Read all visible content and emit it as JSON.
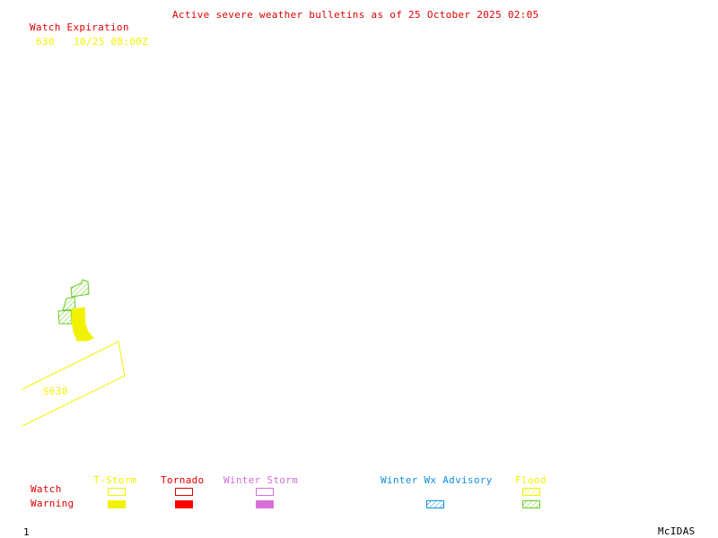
{
  "title": "Active severe weather bulletins as of 25 October 2025 02:05",
  "watch_expiration": {
    "header": "Watch Expiration",
    "rows": [
      {
        "watch": "630",
        "expires": "10/25 08:00Z"
      }
    ]
  },
  "map": {
    "watch_label": "S630",
    "features": [
      {
        "type": "severe thunderstorm watch",
        "id": "630",
        "style": "outline",
        "color": "#f2f200"
      },
      {
        "type": "thunderstorm warning",
        "style": "filled",
        "color": "#f2f200"
      },
      {
        "type": "flood warning",
        "style": "hatched",
        "color": "#66cc22",
        "count": 4
      }
    ]
  },
  "legend": {
    "row_labels": {
      "watch": "Watch",
      "warning": "Warning"
    },
    "categories": [
      {
        "label": "T-Storm",
        "color": "#f2f200",
        "watch": "outline",
        "warning": "filled"
      },
      {
        "label": "Tornado",
        "color": "#e00000",
        "watch": "outline",
        "warning": "filled"
      },
      {
        "label": "Winter Storm",
        "color": "#d070d8",
        "watch": "outline",
        "warning": "filled"
      },
      {
        "label": "Winter Wx Advisory",
        "color": "#1090e0",
        "watch": null,
        "warning": "hatched"
      },
      {
        "label": "Flood",
        "color_watch": "#f2f200",
        "color_warning": "#66cc22",
        "watch": "hatched",
        "warning": "hatched"
      }
    ]
  },
  "footer": {
    "frame_number": "1",
    "software": "McIDAS"
  }
}
